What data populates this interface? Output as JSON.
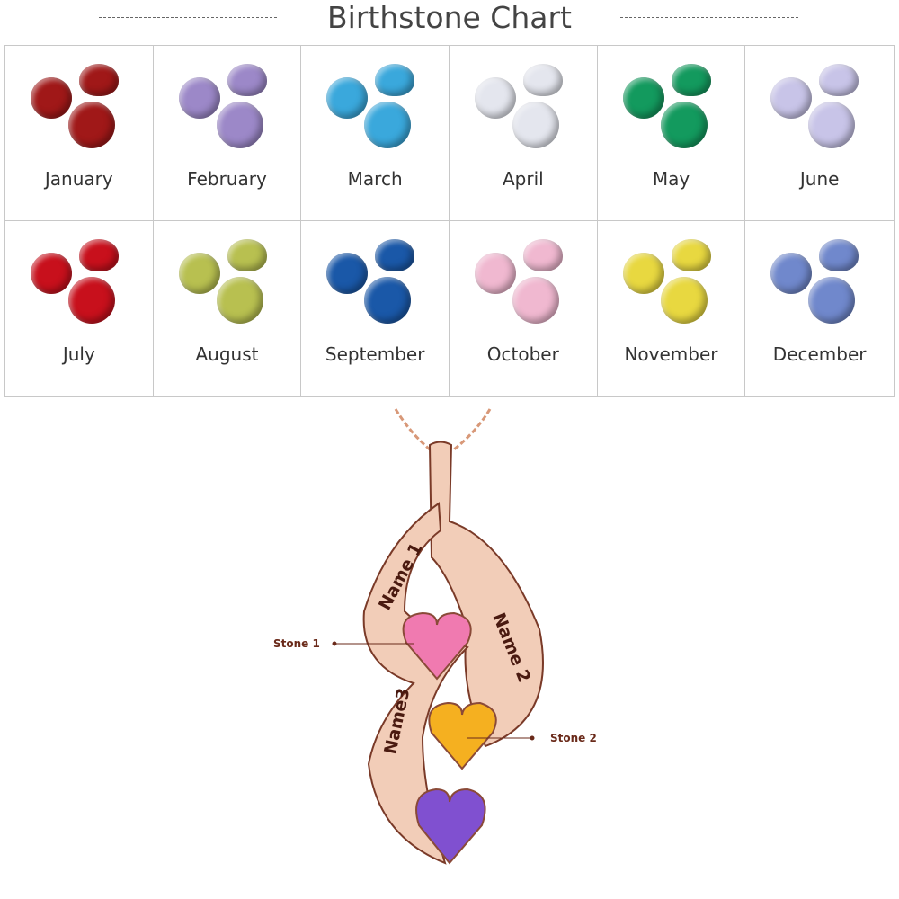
{
  "title": "Birthstone Chart",
  "months": [
    {
      "label": "January",
      "color": "#a01818"
    },
    {
      "label": "February",
      "color": "#9c88c8"
    },
    {
      "label": "March",
      "color": "#3aa8dc"
    },
    {
      "label": "April",
      "color": "#e4e6ee"
    },
    {
      "label": "May",
      "color": "#139a5e"
    },
    {
      "label": "June",
      "color": "#c8c4e8"
    },
    {
      "label": "July",
      "color": "#c8101c"
    },
    {
      "label": "August",
      "color": "#b8c050"
    },
    {
      "label": "September",
      "color": "#1a58a8"
    },
    {
      "label": "October",
      "color": "#f0b8d0"
    },
    {
      "label": "November",
      "color": "#e8d840"
    },
    {
      "label": "December",
      "color": "#7088cc"
    }
  ],
  "pendant": {
    "names": [
      "Name 1",
      "Name 2",
      "Name3"
    ],
    "stones": [
      "Stone 1",
      "Stone 2"
    ],
    "stone_colors": [
      "#f07ab0",
      "#f5b020",
      "#8050d0"
    ],
    "metal_color": "#e8b8a0"
  }
}
